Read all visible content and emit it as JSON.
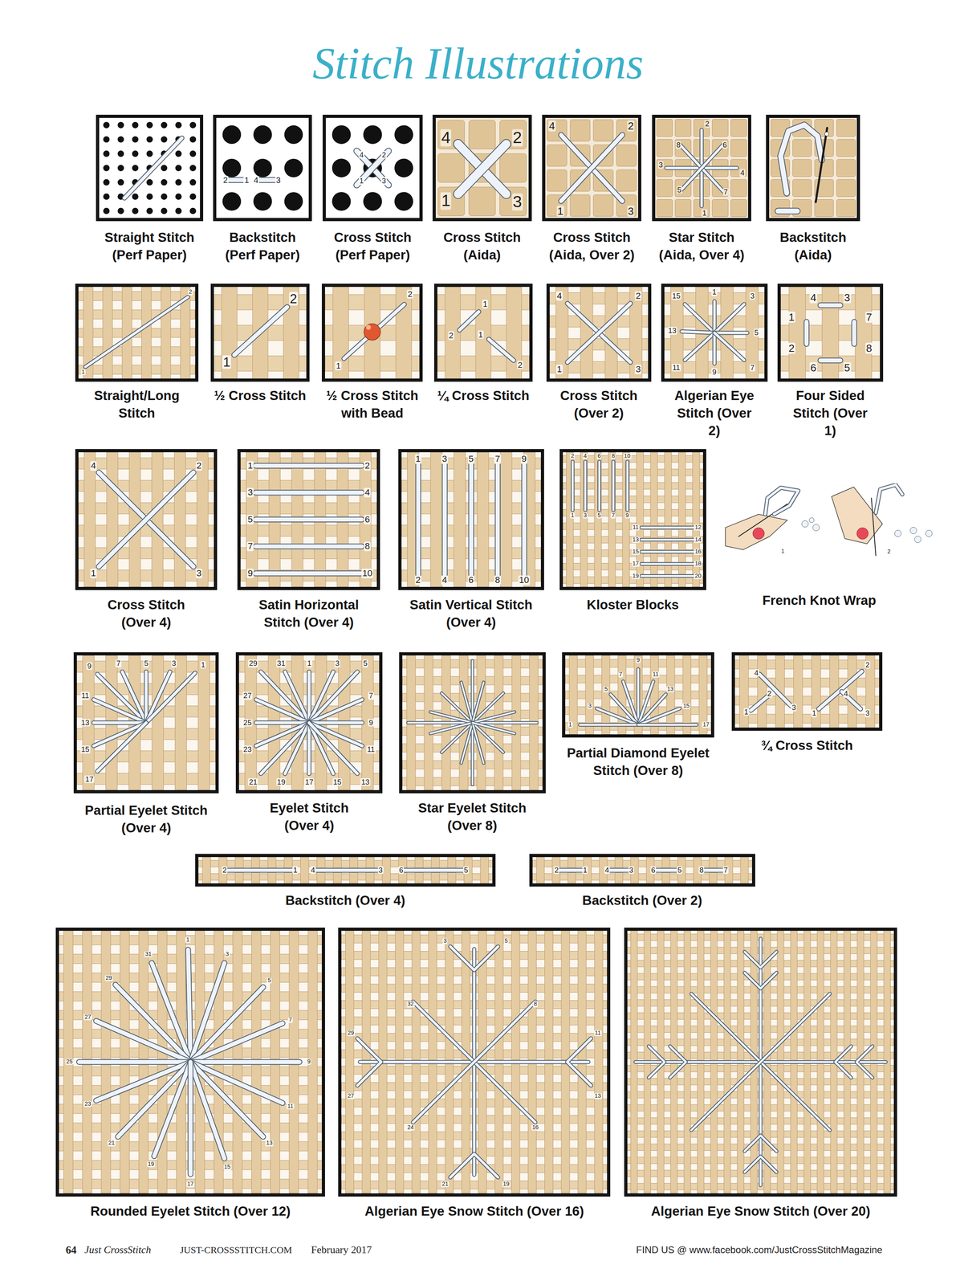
{
  "diagram": {
    "title": "Stitch Illustrations",
    "nodes": [
      {
        "text": [
          "Straight Stitch (Perf Paper)"
        ]
      },
      {
        "text": [
          "Backstitch (Perf Paper)"
        ]
      },
      {
        "text": [
          "Cross Stitch (Perf Paper)"
        ]
      },
      {
        "text": [
          "Cross Stitch (Aida)"
        ]
      },
      {
        "text": [
          "Cross Stitch (Aida, Over 2)"
        ]
      },
      {
        "text": [
          "Star Stitch (Aida, Over 4)"
        ]
      },
      {
        "text": [
          "Backstitch (Aida)"
        ]
      },
      {
        "text": [
          "Straight/Long Stitch"
        ]
      },
      {
        "text": [
          "½ Cross Stitch"
        ]
      },
      {
        "text": [
          "½ Cross Stitch with Bead"
        ]
      },
      {
        "text": [
          "¼ Cross Stitch"
        ]
      },
      {
        "text": [
          "Cross Stitch (Over 2)"
        ]
      },
      {
        "text": [
          "Algerian Eye Stitch (Over 2)"
        ]
      },
      {
        "text": [
          "Four Sided Stitch (Over 1)"
        ]
      },
      {
        "text": [
          "Cross Stitch (Over 4)"
        ]
      },
      {
        "text": [
          "Satin Horizontal Stitch (Over 4)"
        ]
      },
      {
        "text": [
          "Satin Vertical Stitch (Over 4)"
        ]
      },
      {
        "text": [
          "Kloster Blocks"
        ]
      },
      {
        "text": [
          "French Knot Wrap"
        ]
      },
      {
        "text": [
          "Partial Eyelet Stitch (Over 4)"
        ]
      },
      {
        "text": [
          "Eyelet Stitch (Over 4)"
        ]
      },
      {
        "text": [
          "Star Eyelet Stitch (Over 8)"
        ]
      },
      {
        "text": [
          "Partial Diamond Eyelet Stitch (Over 8)"
        ]
      },
      {
        "text": [
          "¾ Cross Stitch"
        ]
      },
      {
        "text": [
          "Backstitch (Over 4)"
        ]
      },
      {
        "text": [
          "Backstitch (Over 2)"
        ]
      },
      {
        "text": [
          "Rounded Eyelet Stitch (Over 12)"
        ]
      },
      {
        "text": [
          "Algerian Eye Snow Stitch (Over 16)"
        ]
      },
      {
        "text": [
          "Algerian Eye Snow Stitch (Over 20)"
        ]
      }
    ],
    "labels": [
      "2",
      "1",
      "4",
      "3",
      "4",
      "2",
      "1",
      "3",
      "4",
      "2",
      "1",
      "3",
      "4",
      "2",
      "1",
      "3",
      "2",
      "8",
      "6",
      "3",
      "4",
      "5",
      "7",
      "1",
      "2",
      "1",
      "2",
      "1",
      "2",
      "1",
      "1",
      "2",
      "1",
      "2",
      "4",
      "2",
      "1",
      "3",
      "15",
      "1",
      "3",
      "13",
      "5",
      "11",
      "9",
      "7",
      "4",
      "3",
      "1",
      "7",
      "2",
      "8",
      "6",
      "5",
      "4",
      "2",
      "1",
      "3",
      "1",
      "2",
      "3",
      "4",
      "5",
      "6",
      "7",
      "8",
      "9",
      "10",
      "1",
      "3",
      "5",
      "7",
      "9",
      "2",
      "4",
      "6",
      "8",
      "10",
      "2",
      "4",
      "6",
      "8",
      "10",
      "1",
      "3",
      "5",
      "7",
      "9",
      "11",
      "12",
      "13",
      "14",
      "15",
      "16",
      "17",
      "18",
      "19",
      "20",
      "1",
      "2",
      "9",
      "7",
      "5",
      "3",
      "1",
      "11",
      "13",
      "15",
      "17",
      "29",
      "31",
      "1",
      "3",
      "5",
      "27",
      "7",
      "25",
      "9",
      "23",
      "11",
      "21",
      "19",
      "17",
      "15",
      "13",
      "9",
      "7",
      "11",
      "5",
      "13",
      "3",
      "15",
      "1",
      "17",
      "4",
      "2",
      "3",
      "1",
      "2",
      "4",
      "1",
      "3",
      "2",
      "1",
      "4",
      "3",
      "6",
      "5",
      "2",
      "1",
      "4",
      "3",
      "6",
      "5",
      "8",
      "7",
      "1",
      "31",
      "3",
      "29",
      "5",
      "27",
      "7",
      "25",
      "9",
      "23",
      "11",
      "21",
      "13",
      "19",
      "15",
      "17",
      "3",
      "5",
      "32",
      "8",
      "29",
      "11",
      "27",
      "13",
      "24",
      "16",
      "21",
      "19",
      "64",
      "Just CrossStitch",
      "JUST-CROSSSTITCH.COM",
      "February 2017",
      "FIND US @ www.facebook.com/JustCrossStitchMagazine"
    ]
  }
}
